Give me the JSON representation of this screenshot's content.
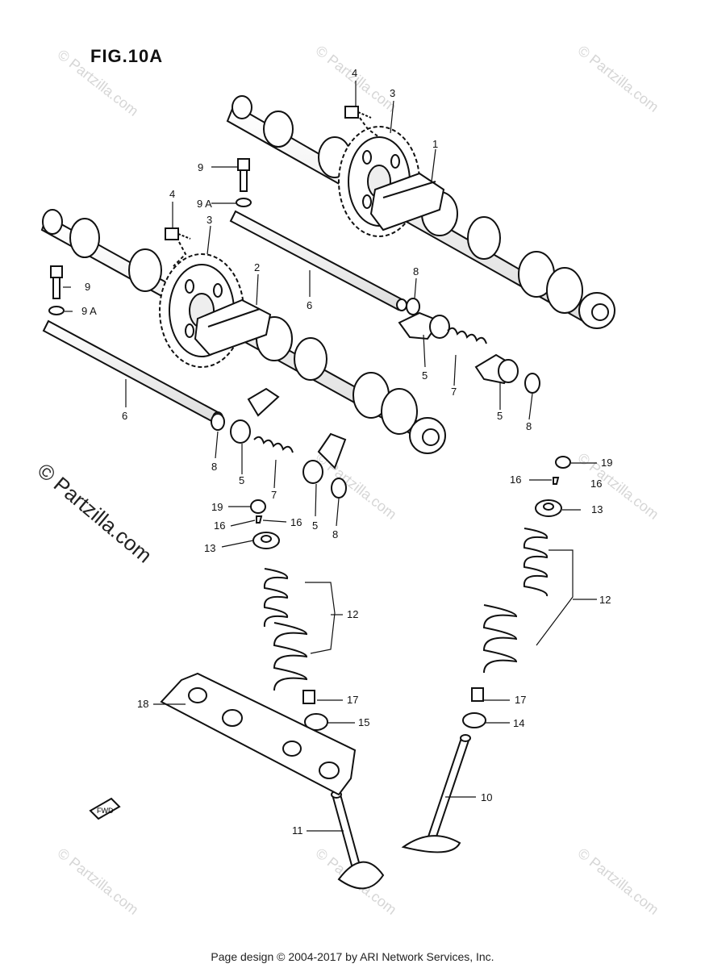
{
  "figure": {
    "title": "FIG.10A"
  },
  "side_mark": "© Partzilla.com",
  "watermark": "© Partzilla.com",
  "fwd_label": "FWD",
  "footer": "Page design © 2004-2017 by ARI Network Services, Inc.",
  "callouts": {
    "c1": "1",
    "c2": "2",
    "c3a": "3",
    "c3b": "3",
    "c4a": "4",
    "c4b": "4",
    "c5a": "5",
    "c5b": "5",
    "c5c": "5",
    "c5d": "5",
    "c6a": "6",
    "c6b": "6",
    "c7a": "7",
    "c7b": "7",
    "c8a": "8",
    "c8b": "8",
    "c8c": "8",
    "c8d": "8",
    "c9a": "9",
    "c9b": "9",
    "c9Aa": "9 A",
    "c9Ab": "9 A",
    "c10": "10",
    "c11": "11",
    "c12a": "12",
    "c12b": "12",
    "c13a": "13",
    "c13b": "13",
    "c14": "14",
    "c15": "15",
    "c16a": "16",
    "c16b": "16",
    "c16c": "16",
    "c16d": "16",
    "c17a": "17",
    "c17b": "17",
    "c18": "18",
    "c19a": "19",
    "c19b": "19"
  }
}
